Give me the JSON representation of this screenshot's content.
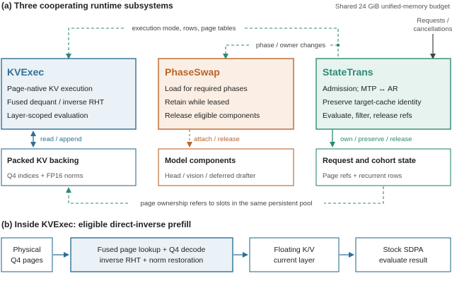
{
  "panel_a": {
    "title": "(a) Three cooperating runtime subsystems",
    "budget": "Shared 24 GiB unified-memory budget",
    "requests_line1": "Requests /",
    "requests_line2": "cancellations",
    "top_flow_label": "execution mode, rows, page tables",
    "phase_flow_label": "phase / owner changes",
    "bottom_flow_label": "page ownership refers to slots in the same persistent pool",
    "kvexec": {
      "title": "KVExec",
      "lines": [
        "Page-native KV execution",
        "Fused dequant / inverse RHT",
        "Layer-scoped evaluation"
      ],
      "edge_label": "read / append",
      "sub_title": "Packed KV backing",
      "sub_desc": "Q4 indices + FP16 norms"
    },
    "phaseswap": {
      "title": "PhaseSwap",
      "lines": [
        "Load for required phases",
        "Retain while leased",
        "Release eligible components"
      ],
      "edge_label": "attach / release",
      "sub_title": "Model components",
      "sub_desc": "Head / vision / deferred drafter"
    },
    "statetrans": {
      "title": "StateTrans",
      "lines": [
        "Admission; MTP ↔ AR",
        "Preserve target-cache identity",
        "Evaluate, filter, release refs"
      ],
      "edge_label": "own / preserve / release",
      "sub_title": "Request and cohort state",
      "sub_desc": "Page refs + recurrent rows"
    }
  },
  "panel_b": {
    "title": "(b) Inside KVExec: eligible direct-inverse prefill",
    "boxes": [
      {
        "line1": "Physical",
        "line2": "Q4 pages"
      },
      {
        "line1": "Fused page lookup + Q4 decode",
        "line2": "inverse RHT + norm restoration"
      },
      {
        "line1": "Floating K/V",
        "line2": "current layer"
      },
      {
        "line1": "Stock SDPA",
        "line2": "evaluate result"
      }
    ]
  },
  "colors": {
    "kvexec_accent": "#2f6f94",
    "kvexec_fill": "#eaf1f7",
    "phaseswap_accent": "#b9652a",
    "phaseswap_fill": "#fbefe5",
    "statetrans_accent": "#2f8a73",
    "statetrans_fill": "#e6f3ef",
    "text": "#222222",
    "muted": "#555555"
  }
}
